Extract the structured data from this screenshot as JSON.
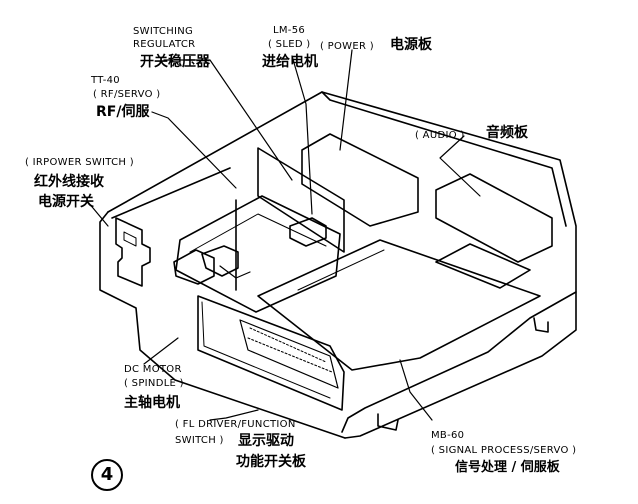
{
  "labels": {
    "switching_en": "SWITCHING",
    "regulator_en": "REGULATCR",
    "switching_zh": "开关稳压器",
    "lm56_en": "LM-56",
    "sled_en": "( SLED )",
    "sled_zh": "进给电机",
    "power_en": "( POWER )",
    "power_zh": "电源板",
    "tt40_en": "TT-40",
    "rfservo_en": "( RF/SERVO )",
    "rfservo_zh": "RF/伺服",
    "audio_en": "( AUDIO )",
    "audio_zh": "音频板",
    "irpower_en": "( IRPOWER SWITCH )",
    "irpower_zh1": "红外线接收",
    "irpower_zh2": "电源开关",
    "dcmotor_en": "DC MOTOR",
    "spindle_en": "( SPINDLE )",
    "spindle_zh": "主轴电机",
    "fldriver_en": "( FL DRIVER/FUNCTION",
    "fldriver_en2": "SWITCH )",
    "fldriver_zh1": "显示驱动",
    "fldriver_zh2": "功能开关板",
    "mb60_en": "MB-60",
    "mb60_en2": "( SIGNAL PROCESS/SERVO )",
    "mb60_zh": "信号处理 / 伺服板",
    "figure_number": "4"
  }
}
